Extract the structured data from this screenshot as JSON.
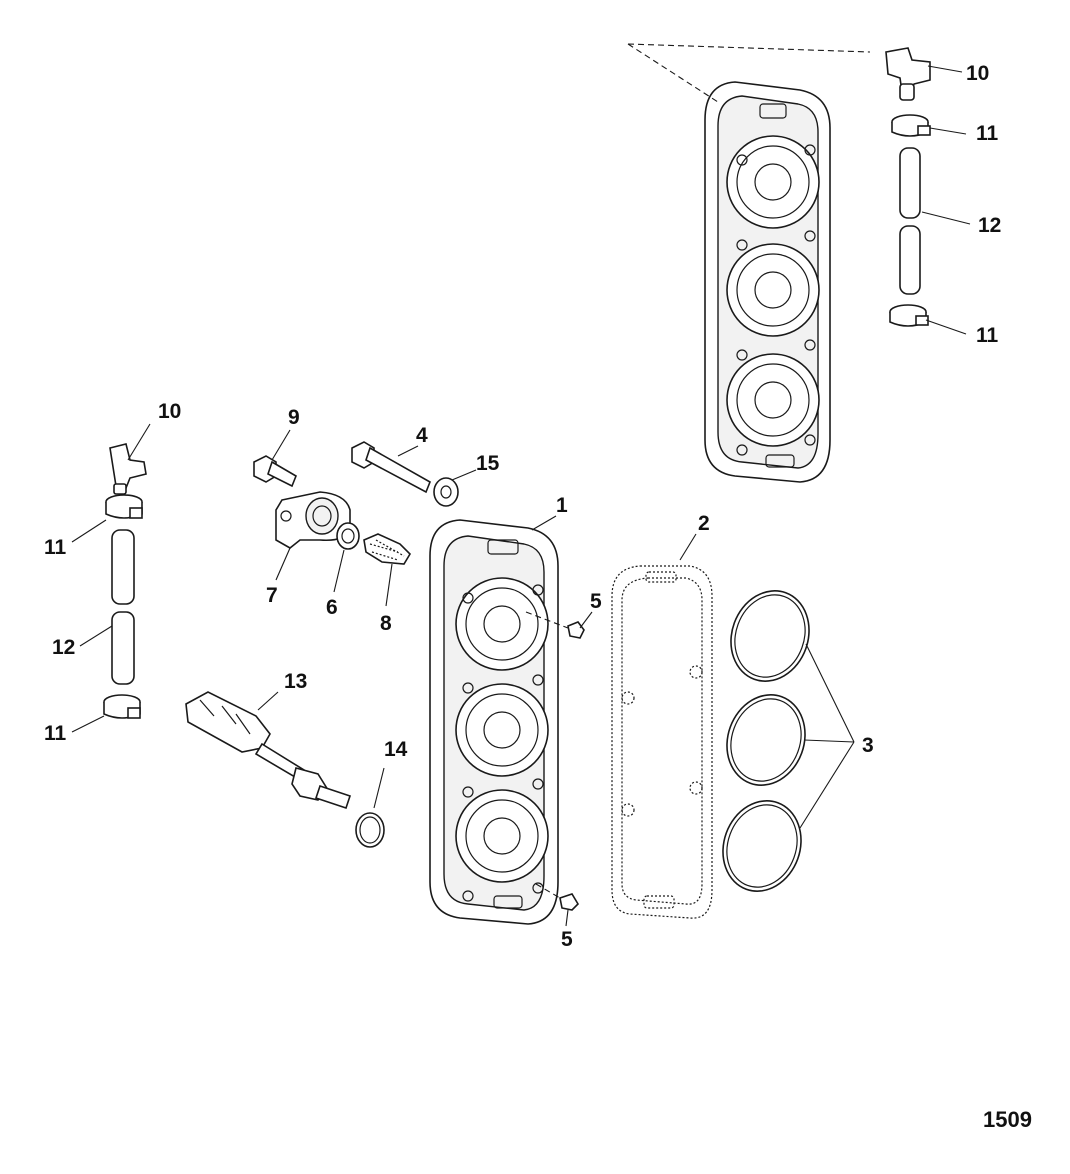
{
  "figure": {
    "id_label": "1509"
  },
  "callouts": [
    {
      "key": "c1",
      "text": "1"
    },
    {
      "key": "c2",
      "text": "2"
    },
    {
      "key": "c3",
      "text": "3"
    },
    {
      "key": "c4",
      "text": "4"
    },
    {
      "key": "c5a",
      "text": "5"
    },
    {
      "key": "c5b",
      "text": "5"
    },
    {
      "key": "c6",
      "text": "6"
    },
    {
      "key": "c7",
      "text": "7"
    },
    {
      "key": "c8",
      "text": "8"
    },
    {
      "key": "c9",
      "text": "9"
    },
    {
      "key": "c10a",
      "text": "10"
    },
    {
      "key": "c10b",
      "text": "10"
    },
    {
      "key": "c11a",
      "text": "11"
    },
    {
      "key": "c11b",
      "text": "11"
    },
    {
      "key": "c11c",
      "text": "11"
    },
    {
      "key": "c11d",
      "text": "11"
    },
    {
      "key": "c12a",
      "text": "12"
    },
    {
      "key": "c12b",
      "text": "12"
    },
    {
      "key": "c13",
      "text": "13"
    },
    {
      "key": "c14",
      "text": "14"
    },
    {
      "key": "c15",
      "text": "15"
    }
  ]
}
